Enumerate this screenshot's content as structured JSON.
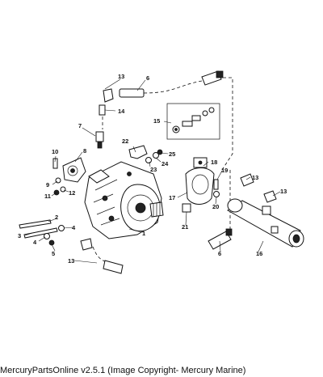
{
  "diagram": {
    "callouts": [
      "1",
      "2",
      "3",
      "4",
      "5",
      "6",
      "7",
      "8",
      "9",
      "10",
      "11",
      "12",
      "13",
      "14",
      "15",
      "16",
      "17",
      "18",
      "19",
      "20",
      "21",
      "22",
      "23",
      "24",
      "25"
    ]
  },
  "footer": {
    "text": "MercuryPartsOnline v2.5.1 (Image Copyright- Mercury Marine)"
  }
}
